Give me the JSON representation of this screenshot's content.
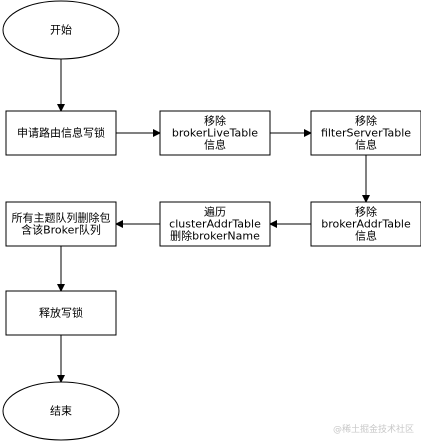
{
  "nodes": [
    {
      "id": "start",
      "shape": "ellipse",
      "lines": [
        "开始"
      ]
    },
    {
      "id": "lock",
      "shape": "rect",
      "lines": [
        "申请路由信息写锁"
      ]
    },
    {
      "id": "remove-live",
      "shape": "rect",
      "lines": [
        "移除",
        "brokerLiveTable",
        "信息"
      ]
    },
    {
      "id": "remove-filter",
      "shape": "rect",
      "lines": [
        "移除",
        "filterServerTable",
        "信息"
      ]
    },
    {
      "id": "remove-addr",
      "shape": "rect",
      "lines": [
        "移除",
        "brokerAddrTable",
        "信息"
      ]
    },
    {
      "id": "traverse-cluster",
      "shape": "rect",
      "lines": [
        "遍历",
        "clusterAddrTable",
        "删除brokerName"
      ]
    },
    {
      "id": "delete-queues",
      "shape": "rect",
      "lines": [
        "所有主题队列删除包",
        "含该Broker队列"
      ]
    },
    {
      "id": "unlock",
      "shape": "rect",
      "lines": [
        "释放写锁"
      ]
    },
    {
      "id": "end",
      "shape": "ellipse",
      "lines": [
        "结束"
      ]
    }
  ],
  "edges": [
    {
      "from": "start",
      "to": "lock"
    },
    {
      "from": "lock",
      "to": "remove-live"
    },
    {
      "from": "remove-live",
      "to": "remove-filter"
    },
    {
      "from": "remove-filter",
      "to": "remove-addr"
    },
    {
      "from": "remove-addr",
      "to": "traverse-cluster"
    },
    {
      "from": "traverse-cluster",
      "to": "delete-queues"
    },
    {
      "from": "delete-queues",
      "to": "unlock"
    },
    {
      "from": "unlock",
      "to": "end"
    }
  ],
  "watermark": "@稀土掘金技术社区",
  "colors": {
    "stroke": "#000000",
    "fill": "#ffffff",
    "text": "#000000",
    "watermark": "#c8c8c8"
  }
}
